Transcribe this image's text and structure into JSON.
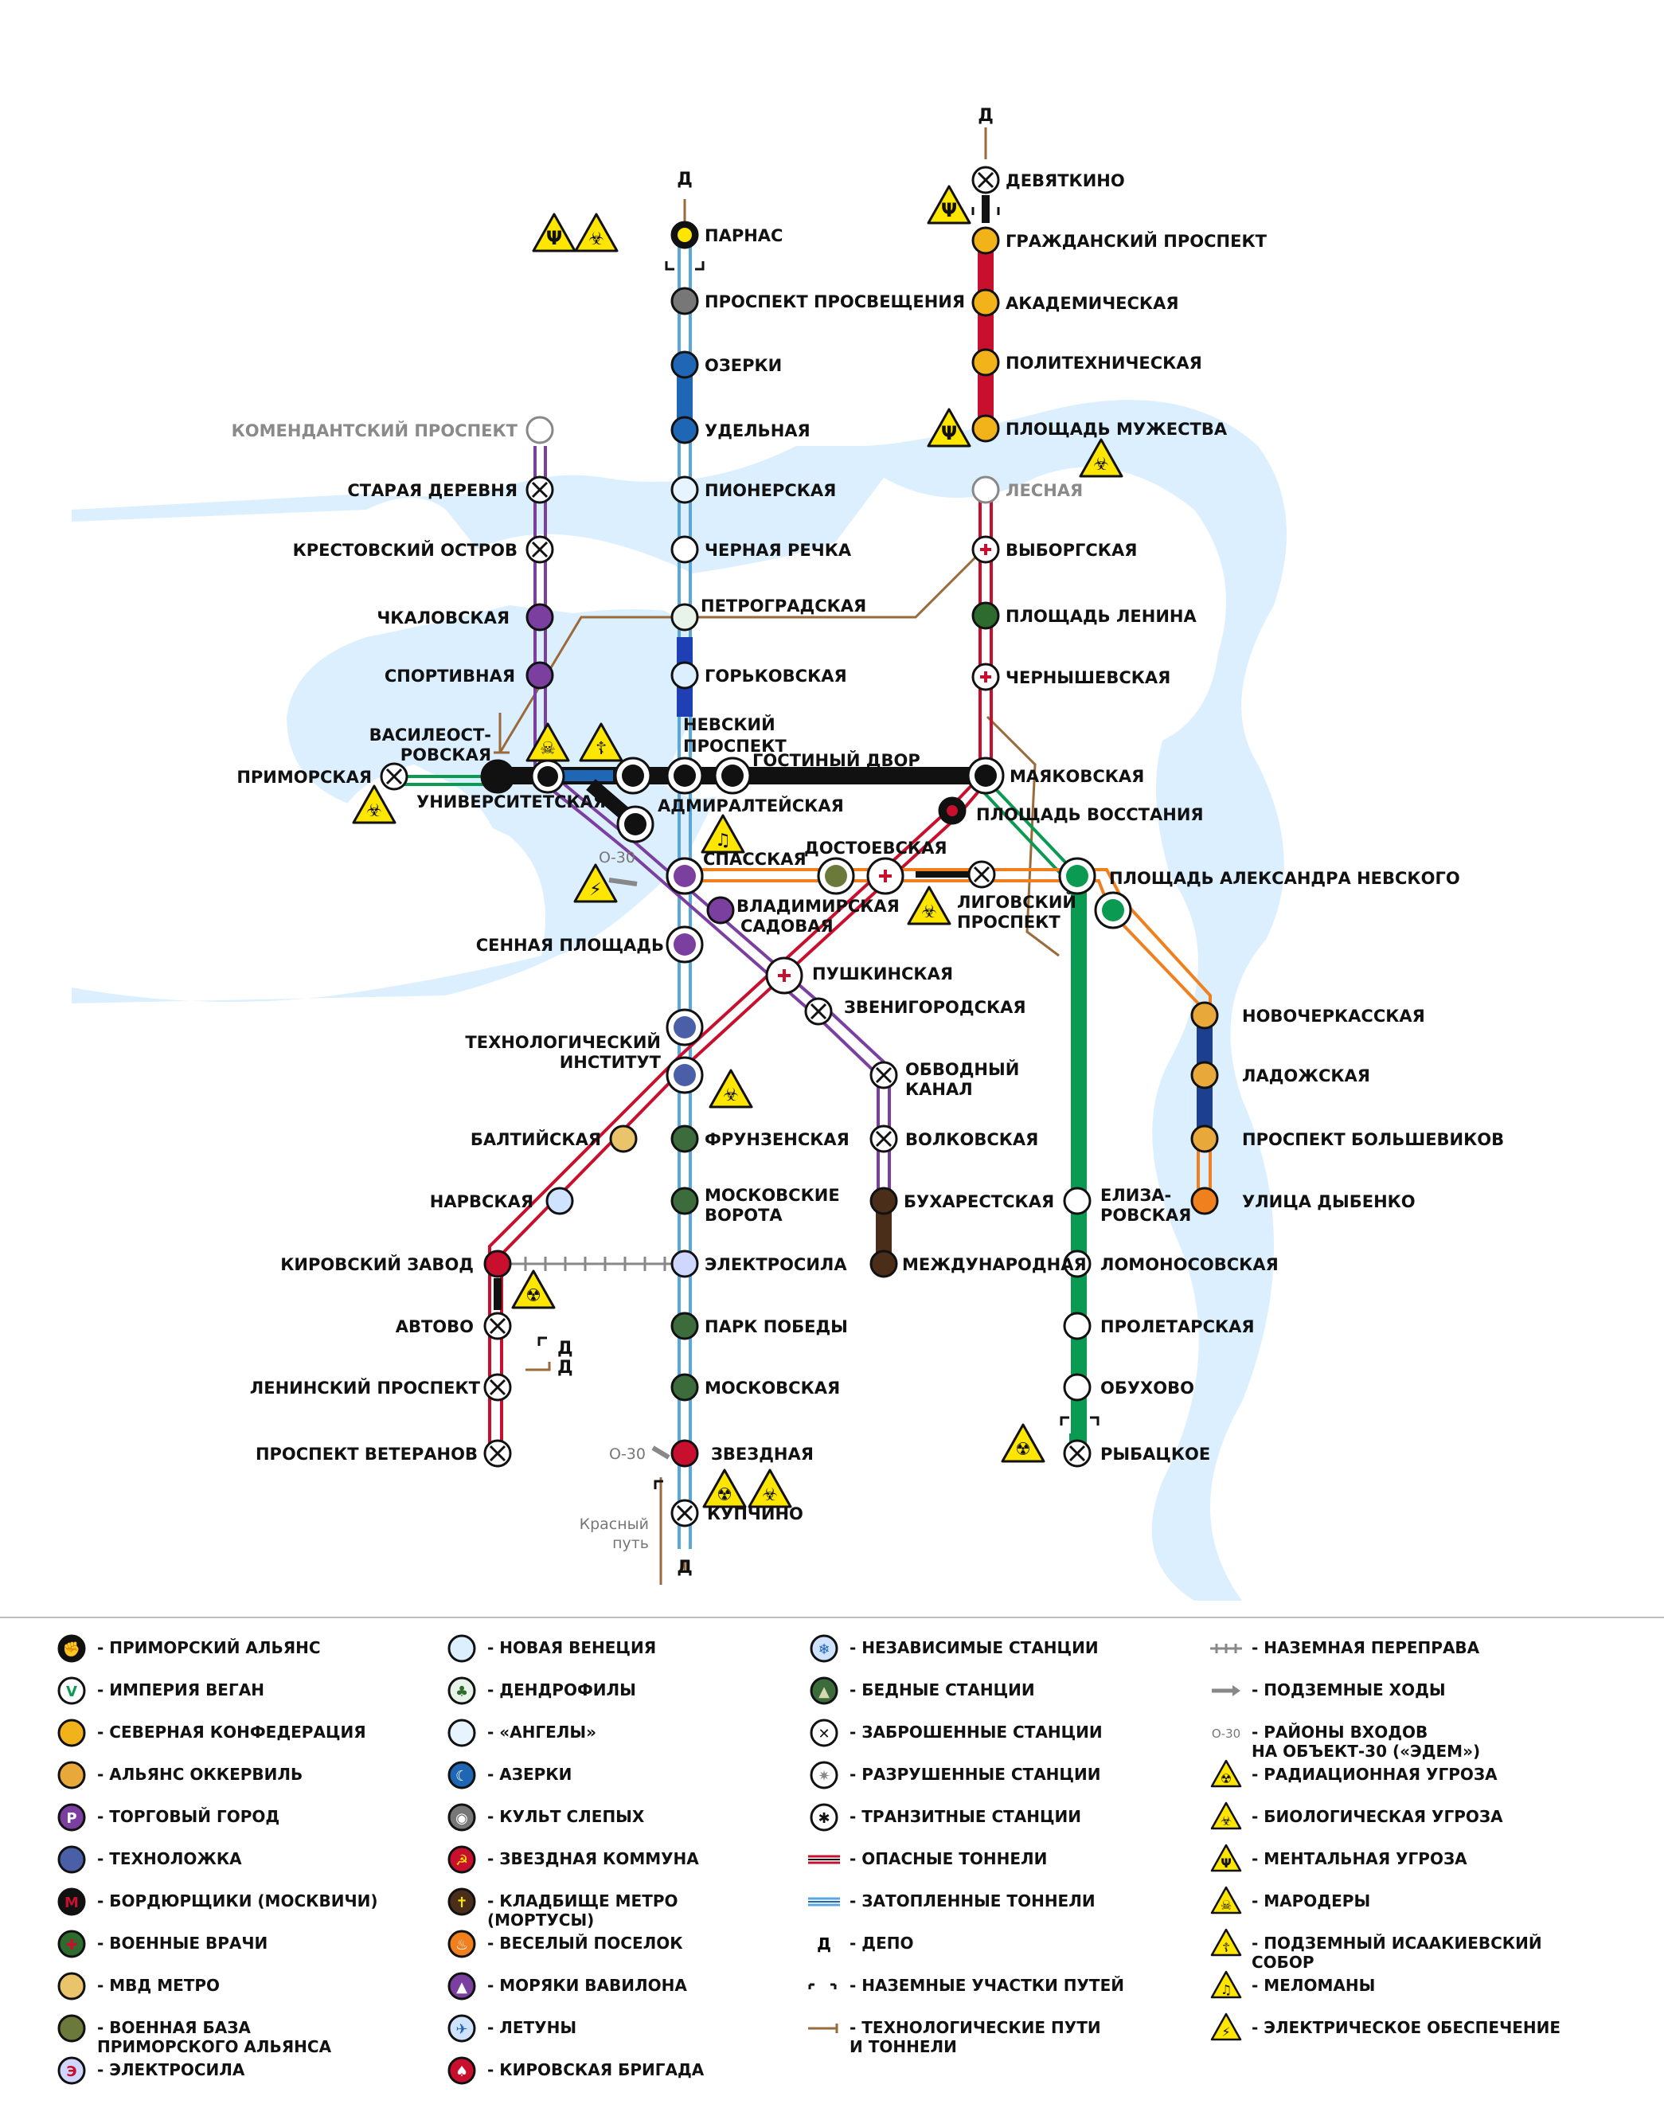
{
  "map": {
    "colors": {
      "river": "#dbefff",
      "line_red": "#c8102e",
      "line_blue": "#1f66b5",
      "line_purple": "#7b3fa0",
      "line_green": "#0a9a52",
      "line_orange": "#f07f1e",
      "line_tech": "#9a6a3a",
      "line_black": "#111111",
      "line_brown": "#4a2e1a",
      "line_navy": "#1c3f8f"
    },
    "stations": {
      "parnas": "ПАРНАС",
      "prosvesheniya": "ПРОСПЕКТ ПРОСВЕЩЕНИЯ",
      "ozerki": "ОЗЕРКИ",
      "udelnaya": "УДЕЛЬНАЯ",
      "pionerskaya": "ПИОНЕРСКАЯ",
      "chernaya_rechka": "ЧЕРНАЯ РЕЧКА",
      "petrogradskaya": "ПЕТРОГРАДСКАЯ",
      "gorkovskaya": "ГОРЬКОВСКАЯ",
      "nevsky_1": "НЕВСКИЙ",
      "nevsky_2": "ПРОСПЕКТ",
      "gostiny": "ГОСТИНЫЙ ДВОР",
      "sennaya": "СЕННАЯ ПЛОЩАДЬ",
      "tehnolog_1": "ТЕХНОЛОГИЧЕСКИЙ",
      "tehnolog_2": "ИНСТИТУТ",
      "frunzenskaya": "ФРУНЗЕНСКАЯ",
      "moskovskie_1": "МОСКОВСКИЕ",
      "moskovskie_2": "ВОРОТА",
      "elektrosila": "ЭЛЕКТРОСИЛА",
      "park_pobedy": "ПАРК ПОБЕДЫ",
      "moskovskaya": "МОСКОВСКАЯ",
      "zvezdnaya": "ЗВЕЗДНАЯ",
      "kupchino": "КУПЧИНО",
      "devyatkino": "ДЕВЯТКИНО",
      "grazhdansky": "ГРАЖДАНСКИЙ ПРОСПЕКТ",
      "akademicheskaya": "АКАДЕМИЧЕСКАЯ",
      "polytech": "ПОЛИТЕХНИЧЕСКАЯ",
      "muzhestva": "ПЛОЩАДЬ МУЖЕСТВА",
      "lesnaya": "ЛЕСНАЯ",
      "vyborgskaya": "ВЫБОРГСКАЯ",
      "pl_lenina": "ПЛОЩАДЬ ЛЕНИНА",
      "chernyshevskaya": "ЧЕРНЫШЕВСКАЯ",
      "mayakovskaya": "МАЯКОВСКАЯ",
      "pl_vosstaniya": "ПЛОЩАДЬ ВОССТАНИЯ",
      "pushkinskaya": "ПУШКИНСКАЯ",
      "zvenigorodskaya": "ЗВЕНИГОРОДСКАЯ",
      "vladimirskaya": "ВЛАДИМИРСКАЯ",
      "baltiyskaya": "БАЛТИЙСКАЯ",
      "narvskaya": "НАРВСКАЯ",
      "kirovsky": "КИРОВСКИЙ ЗАВОД",
      "avtovo": "АВТОВО",
      "leninsky": "ЛЕНИНСКИЙ ПРОСПЕКТ",
      "veteranov": "ПРОСПЕКТ ВЕТЕРАНОВ",
      "komendantsky": "КОМЕНДАНТСКИЙ ПРОСПЕКТ",
      "staraya": "СТАРАЯ ДЕРЕВНЯ",
      "krestovsky": "КРЕСТОВСКИЙ ОСТРОВ",
      "chkalovskaya": "ЧКАЛОВСКАЯ",
      "sportivnaya": "СПОРТИВНАЯ",
      "admiralteyskaya": "АДМИРАЛТЕЙСКАЯ",
      "sadovaya": "САДОВАЯ",
      "obvodny_1": "ОБВОДНЫЙ",
      "obvodny_2": "КАНАЛ",
      "volkovskaya": "ВОЛКОВСКАЯ",
      "buharestskaya": "БУХАРЕСТСКАЯ",
      "mezhdunarodnaya": "МЕЖДУНАРОДНАЯ",
      "primorskaya": "ПРИМОРСКАЯ",
      "vasileo_1": "ВАСИЛЕОСТ-",
      "vasileo_2": "РОВСКАЯ",
      "universitetskaya": "УНИВЕРСИТЕТСКАЯ",
      "spasskaya": "СПАССКАЯ",
      "dostoevskaya": "ДОСТОЕВСКАЯ",
      "ligovsky_1": "ЛИГОВСКИЙ",
      "ligovsky_2": "ПРОСПЕКТ",
      "pl_nevskogo": "ПЛОЩАДЬ АЛЕКСАНДРА НЕВСКОГО",
      "novocherkasskaya": "НОВОЧЕРКАССКАЯ",
      "ladozhskaya": "ЛАДОЖСКАЯ",
      "bolshevikov": "ПРОСПЕКТ БОЛЬШЕВИКОВ",
      "dybenko": "УЛИЦА ДЫБЕНКО",
      "elizarov_1": "ЕЛИЗА-",
      "elizarov_2": "РОВСКАЯ",
      "lomonosovskaya": "ЛОМОНОСОВСКАЯ",
      "proletarskaya": "ПРОЛЕТАРСКАЯ",
      "obuhovo": "ОБУХОВО",
      "rybatskoe": "РЫБАЦКОЕ"
    },
    "notes": {
      "depot": "Д",
      "o30": "О-30",
      "krasny_1": "Красный",
      "krasny_2": "путь"
    }
  },
  "legend": {
    "col1": [
      {
        "label": "ПРИМОРСКИЙ АЛЬЯНС",
        "icon": "fist-icon"
      },
      {
        "label": "ИМПЕРИЯ ВЕГАН",
        "icon": "v-icon"
      },
      {
        "label": "СЕВЕРНАЯ КОНФЕДЕРАЦИЯ",
        "icon": "confederation-icon"
      },
      {
        "label": "АЛЬЯНС ОККЕРВИЛЬ",
        "icon": "okkervil-icon"
      },
      {
        "label": "ТОРГОВЫЙ ГОРОД",
        "icon": "trade-icon"
      },
      {
        "label": "ТЕХНОЛОЖКА",
        "icon": "tehnolozhka-icon"
      },
      {
        "label": "БОРДЮРЩИКИ (МОСКВИЧИ)",
        "icon": "metro-m-icon"
      },
      {
        "label": "ВОЕННЫЕ ВРАЧИ",
        "icon": "medic-cross-icon"
      },
      {
        "label": "МВД МЕТРО",
        "icon": "mvd-icon"
      },
      {
        "label": "ВОЕННАЯ БАЗА\nПРИМОРСКОГО АЛЬЯНСА",
        "icon": "military-base-icon"
      },
      {
        "label": "ЭЛЕКТРОСИЛА",
        "icon": "elektrosila-icon"
      }
    ],
    "col2": [
      {
        "label": "НОВАЯ ВЕНЕЦИЯ",
        "icon": "venice-icon"
      },
      {
        "label": "ДЕНДРОФИЛЫ",
        "icon": "tree-icon"
      },
      {
        "label": "«АНГЕЛЫ»",
        "icon": "angel-icon"
      },
      {
        "label": "АЗЕРКИ",
        "icon": "crescent-icon"
      },
      {
        "label": "КУЛЬТ СЛЕПЫХ",
        "icon": "eye-icon"
      },
      {
        "label": "ЗВЕЗДНАЯ КОММУНА",
        "icon": "sickle-icon"
      },
      {
        "label": "КЛАДБИЩЕ МЕТРО\n(МОРТУСЫ)",
        "icon": "grave-cross-icon"
      },
      {
        "label": "ВЕСЕЛЫЙ ПОСЕЛОК",
        "icon": "fire-icon"
      },
      {
        "label": "МОРЯКИ ВАВИЛОНА",
        "icon": "triangle-icon"
      },
      {
        "label": "ЛЕТУНЫ",
        "icon": "plane-icon"
      },
      {
        "label": "КИРОВСКАЯ БРИГАДА",
        "icon": "spade-icon"
      }
    ],
    "col3": [
      {
        "label": "НЕЗАВИСИМЫЕ СТАНЦИИ",
        "icon": "snowflake-icon"
      },
      {
        "label": "БЕДНЫЕ СТАНЦИИ",
        "icon": "tent-icon"
      },
      {
        "label": "ЗАБРОШЕННЫЕ СТАНЦИИ",
        "icon": "abandoned-icon"
      },
      {
        "label": "РАЗРУШЕННЫЕ СТАНЦИИ",
        "icon": "ruined-icon"
      },
      {
        "label": "ТРАНЗИТНЫЕ СТАНЦИИ",
        "icon": "transit-icon"
      },
      {
        "label": "ОПАСНЫЕ ТОННЕЛИ",
        "icon": "danger-tunnel-icon"
      },
      {
        "label": "ЗАТОПЛЕННЫЕ ТОННЕЛИ",
        "icon": "flooded-tunnel-icon"
      },
      {
        "label": "ДЕПО",
        "icon": "depot-icon"
      },
      {
        "label": "НАЗЕМНЫЕ УЧАСТКИ ПУТЕЙ",
        "icon": "surface-track-icon"
      },
      {
        "label": "ТЕХНОЛОГИЧЕСКИЕ ПУТИ\nИ ТОННЕЛИ",
        "icon": "tech-track-icon"
      }
    ],
    "col4": [
      {
        "label": "НАЗЕМНАЯ ПЕРЕПРАВА",
        "icon": "crossing-icon"
      },
      {
        "label": "ПОДЗЕМНЫЕ ХОДЫ",
        "icon": "arrow-icon"
      },
      {
        "label": "РАЙОНЫ ВХОДОВ\nНА ОБЪЕКТ-30 («ЭДЕМ»)",
        "icon": "o30-icon"
      },
      {
        "label": "РАДИАЦИОННАЯ УГРОЗА",
        "icon": "radiation-icon"
      },
      {
        "label": "БИОЛОГИЧЕСКАЯ УГРОЗА",
        "icon": "biohazard-icon"
      },
      {
        "label": "МЕНТАЛЬНАЯ УГРОЗА",
        "icon": "psi-icon"
      },
      {
        "label": "МАРОДЕРЫ",
        "icon": "skull-icon"
      },
      {
        "label": "ПОДЗЕМНЫЙ ИСААКИЕВСКИЙ\nСОБОР",
        "icon": "orthodox-cross-icon"
      },
      {
        "label": "МЕЛОМАНЫ",
        "icon": "music-icon"
      },
      {
        "label": "ЭЛЕКТРИЧЕСКОЕ ОБЕСПЕЧЕНИЕ",
        "icon": "lightning-icon"
      }
    ]
  }
}
